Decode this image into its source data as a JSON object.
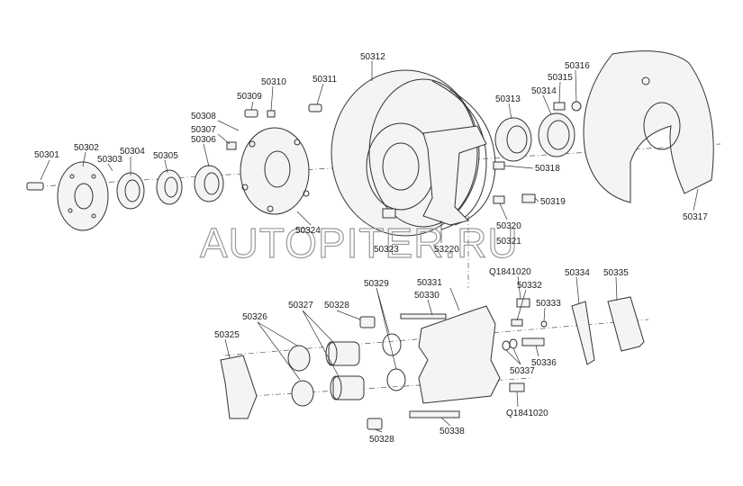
{
  "watermark": "AUTOPITER.RU",
  "labels": {
    "p50312": "50312",
    "p50311": "50311",
    "p50310": "50310",
    "p50309": "50309",
    "p50308": "50308",
    "p50307": "50307",
    "p50306": "50306",
    "p50305": "50305",
    "p50304": "50304",
    "p50303": "50303",
    "p50302": "50302",
    "p50301": "50301",
    "p50313": "50313",
    "p50314": "50314",
    "p50315": "50315",
    "p50316": "50316",
    "p50318": "50318",
    "p50319": "50319",
    "p50320": "50320",
    "p50321": "50321",
    "p50317": "50317",
    "p50324": "50324",
    "p50323": "50323",
    "p53220": "53220",
    "p50329": "50329",
    "p50330": "50330",
    "p50331": "50331",
    "q1": "Q1841020",
    "p50332": "50332",
    "p50333": "50333",
    "p50334": "50334",
    "p50335": "50335",
    "p50328a": "50328",
    "p50327": "50327",
    "p50326": "50326",
    "p50325": "50325",
    "p50337": "50337",
    "p50336": "50336",
    "q2": "Q1841020",
    "p50328b": "50328",
    "p50338": "50338"
  }
}
